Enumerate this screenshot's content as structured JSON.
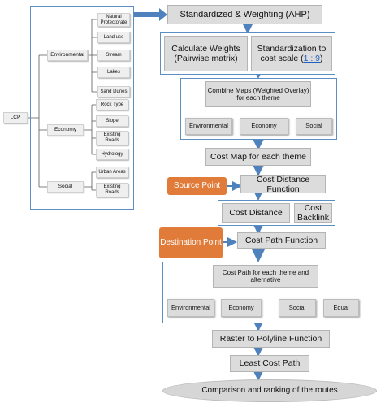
{
  "tree": {
    "root": "LCP",
    "categories": [
      {
        "name": "Environmental",
        "items": [
          "Natural Protectorate",
          "Land use",
          "Stream",
          "Lakes",
          "Sand Dunes"
        ]
      },
      {
        "name": "Economy",
        "items": [
          "Rock Type",
          "Slope",
          "Existing Roads",
          "Hydrology"
        ]
      },
      {
        "name": "Social",
        "items": [
          "Urban Areas",
          "Existing Roads"
        ]
      }
    ]
  },
  "flow": {
    "standardized_weighting": "Standardized & Weighting (AHP)",
    "calculate_weights": "Calculate Weights (Pairwise matrix)",
    "standardization_prefix": "Standardization to cost scale (",
    "standardization_scale": "1 : 9",
    "standardization_suffix": ")",
    "combine_maps": "Combine Maps (Weighted Overlay) for each theme",
    "themes": [
      "Environmental",
      "Economy",
      "Social"
    ],
    "cost_map": "Cost Map for each theme",
    "source_point": "Source Point",
    "cost_distance_function": "Cost Distance Function",
    "cost_distance": "Cost Distance",
    "cost_backlink": "Cost Backlink",
    "destination_point": "Destination Point",
    "cost_path_function": "Cost Path Function",
    "cost_path_each": "Cost Path for each theme and alternative",
    "alternatives": [
      "Environmental",
      "Economy",
      "Social",
      "Equal"
    ],
    "raster_to_polyline": "Raster to Polyline Function",
    "least_cost_path": "Least Cost Path",
    "comparison": "Comparison and ranking of the routes"
  },
  "colors": {
    "arrow": "#4f81bd",
    "frame": "#5b8ec3",
    "box": "#dcdcdc",
    "orange": "#e07b39"
  }
}
